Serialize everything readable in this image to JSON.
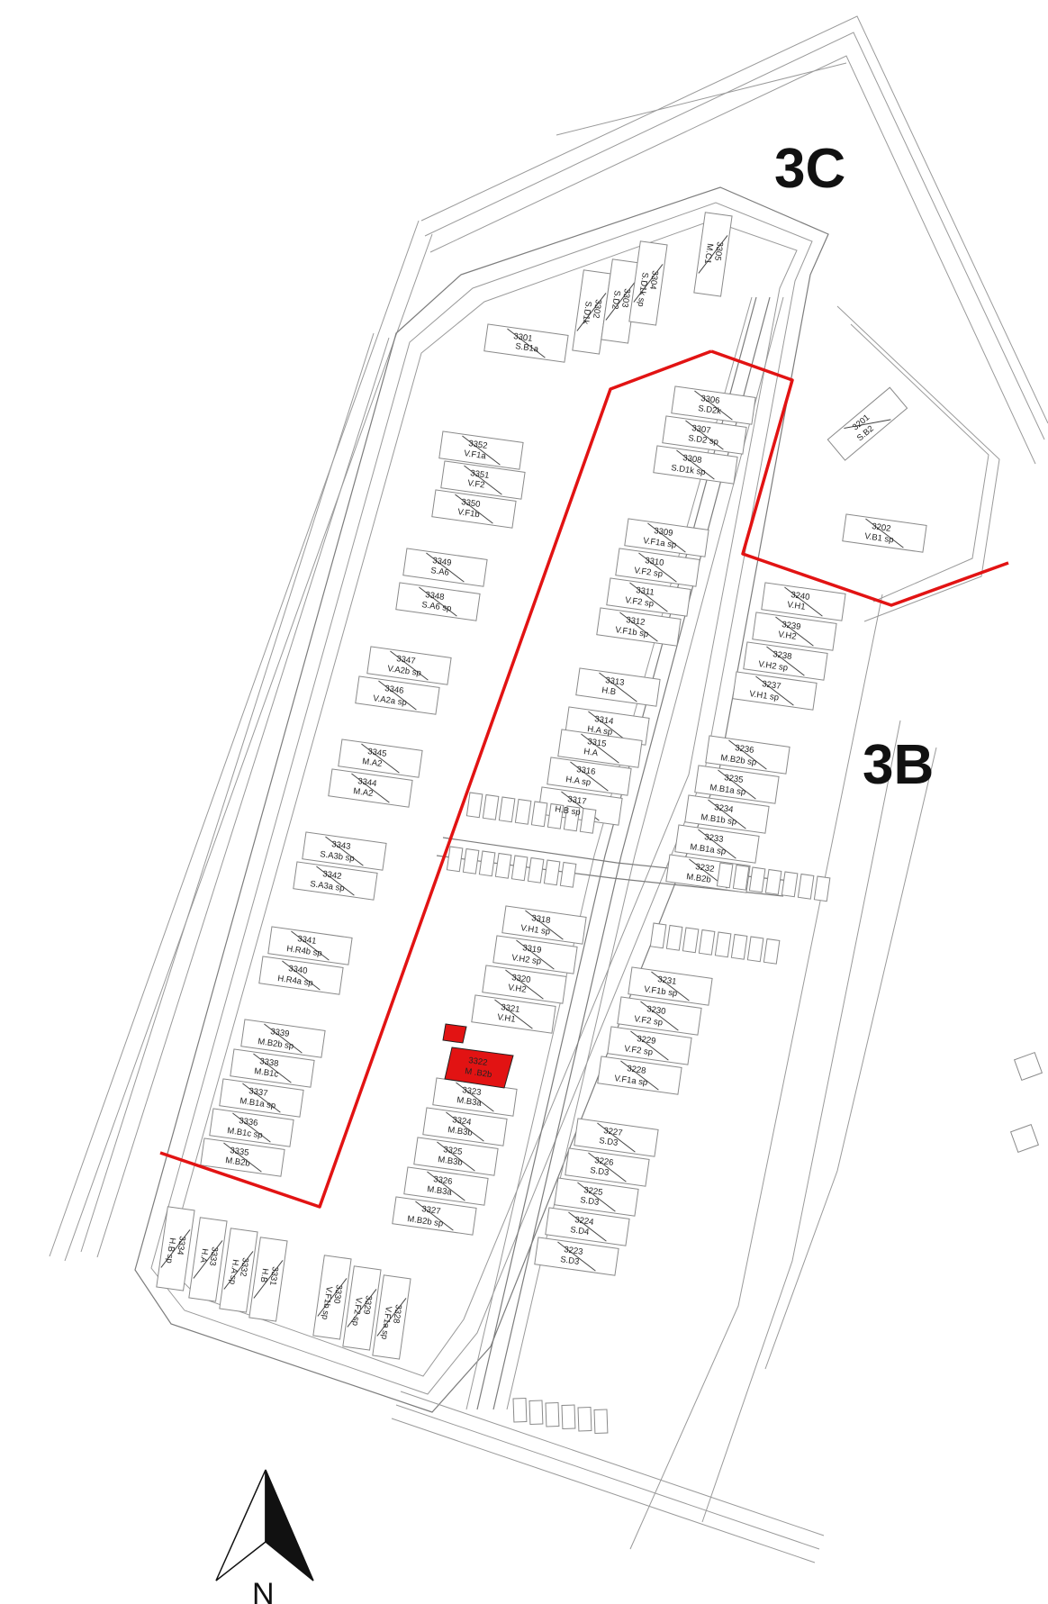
{
  "zones": {
    "zone_3c": "3C",
    "zone_3b": "3B"
  },
  "north_arrow": {
    "label": "N"
  },
  "colors": {
    "boundary": "#e21313",
    "highlight_lot": "#e21313",
    "linework": "#8a8a8a",
    "background": "#ffffff"
  },
  "highlight": {
    "number": "3322",
    "type": "M .B2b"
  },
  "lots_west": [
    {
      "number": "3352",
      "type": "V.F1a"
    },
    {
      "number": "3351",
      "type": "V.F2"
    },
    {
      "number": "3350",
      "type": "V.F1b"
    },
    {
      "number": "3349",
      "type": "S.A6"
    },
    {
      "number": "3348",
      "type": "S.A6 sp"
    },
    {
      "number": "3347",
      "type": "V.A2b sp"
    },
    {
      "number": "3346",
      "type": "V.A2a sp"
    },
    {
      "number": "3345",
      "type": "M.A2"
    },
    {
      "number": "3344",
      "type": "M.A2"
    },
    {
      "number": "3343",
      "type": "S.A3b sp"
    },
    {
      "number": "3342",
      "type": "S.A3a sp"
    },
    {
      "number": "3341",
      "type": "H.R4b sp"
    },
    {
      "number": "3340",
      "type": "H.R4a sp"
    },
    {
      "number": "3339",
      "type": "M.B2b sp"
    },
    {
      "number": "3338",
      "type": "M.B1c"
    },
    {
      "number": "3337",
      "type": "M.B1a sp"
    },
    {
      "number": "3336",
      "type": "M.B1c sp"
    },
    {
      "number": "3335",
      "type": "M.B2b"
    }
  ],
  "lots_center": [
    {
      "number": "3306",
      "type": "S.D2k"
    },
    {
      "number": "3307",
      "type": "S.D2 sp"
    },
    {
      "number": "3308",
      "type": "S.D1k sp"
    },
    {
      "number": "3309",
      "type": "V.F1a sp"
    },
    {
      "number": "3310",
      "type": "V.F2 sp"
    },
    {
      "number": "3311",
      "type": "V.F2 sp"
    },
    {
      "number": "3312",
      "type": "V.F1b sp"
    },
    {
      "number": "3313",
      "type": "H.B"
    },
    {
      "number": "3314",
      "type": "H.A sp"
    },
    {
      "number": "3315",
      "type": "H.A"
    },
    {
      "number": "3316",
      "type": "H.A sp"
    },
    {
      "number": "3317",
      "type": "H.B sp"
    },
    {
      "number": "3318",
      "type": "V.H1 sp"
    },
    {
      "number": "3319",
      "type": "V.H2 sp"
    },
    {
      "number": "3320",
      "type": "V.H2"
    },
    {
      "number": "3321",
      "type": "V.H1"
    },
    {
      "number": "3323",
      "type": "M.B3a"
    },
    {
      "number": "3324",
      "type": "M.B3b"
    },
    {
      "number": "3325",
      "type": "M.B3b"
    },
    {
      "number": "3326",
      "type": "M.B3a"
    },
    {
      "number": "3327",
      "type": "M.B2b sp"
    }
  ],
  "lots_east": [
    {
      "number": "3240",
      "type": "V.H1"
    },
    {
      "number": "3239",
      "type": "V.H2"
    },
    {
      "number": "3238",
      "type": "V.H2 sp"
    },
    {
      "number": "3237",
      "type": "V.H1 sp"
    },
    {
      "number": "3236",
      "type": "M.B2b sp"
    },
    {
      "number": "3235",
      "type": "M.B1a sp"
    },
    {
      "number": "3234",
      "type": "M.B1b sp"
    },
    {
      "number": "3233",
      "type": "M.B1a sp"
    },
    {
      "number": "3232",
      "type": "M.B2b"
    },
    {
      "number": "3231",
      "type": "V.F1b sp"
    },
    {
      "number": "3230",
      "type": "V.F2 sp"
    },
    {
      "number": "3229",
      "type": "V.F2 sp"
    },
    {
      "number": "3228",
      "type": "V.F1a sp"
    },
    {
      "number": "3227",
      "type": "S.D3"
    },
    {
      "number": "3226",
      "type": "S.D3"
    },
    {
      "number": "3225",
      "type": "S.D3"
    },
    {
      "number": "3224",
      "type": "S.D4"
    },
    {
      "number": "3223",
      "type": "S.D3"
    }
  ],
  "lots_north": [
    {
      "number": "3301",
      "type": "S.B1a"
    },
    {
      "number": "3302",
      "type": "S.D1k"
    },
    {
      "number": "3303",
      "type": "S.D2"
    },
    {
      "number": "3304",
      "type": "S.D1k sp"
    },
    {
      "number": "3305",
      "type": "M.C1"
    },
    {
      "number": "3201",
      "type": "S.B2"
    },
    {
      "number": "3202",
      "type": "V.B1 sp"
    }
  ],
  "lots_south": [
    {
      "number": "3334",
      "type": "H.B sp"
    },
    {
      "number": "3333",
      "type": "H.A"
    },
    {
      "number": "3332",
      "type": "H.A sp"
    },
    {
      "number": "3331",
      "type": "H.B"
    },
    {
      "number": "3330",
      "type": "V.F1b sp"
    },
    {
      "number": "3329",
      "type": "V.F2 sp"
    },
    {
      "number": "3328",
      "type": "V.F1a sp"
    }
  ]
}
